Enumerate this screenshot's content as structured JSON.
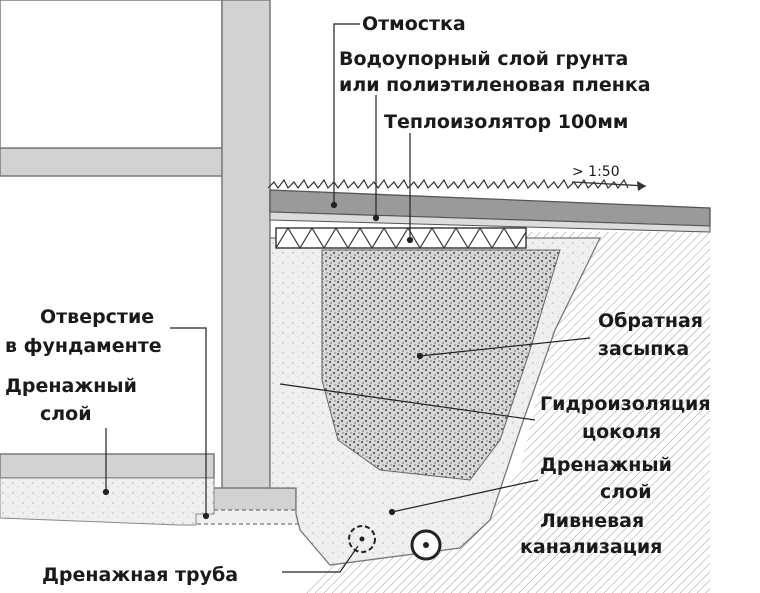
{
  "labels": {
    "otmostka": "Отмостка",
    "waterproof_layer": [
      "Водоупорный слой грунта",
      "или полиэтиленовая пленка"
    ],
    "insulator": "Теплоизолятор 100мм",
    "slope": "> 1:50",
    "hole": [
      "Отверстие",
      "в фундаменте"
    ],
    "drain_layer_left": [
      "Дренажный",
      "слой"
    ],
    "backfill": [
      "Обратная",
      "засыпка"
    ],
    "plinth_waterproofing": [
      "Гидроизоляция",
      "цоколя"
    ],
    "drain_layer_right": [
      "Дренажный",
      "слой"
    ],
    "storm_sewer": [
      "Ливневая",
      "канализация"
    ],
    "drain_pipe": "Дренажная труба"
  },
  "colors": {
    "wall": "#d2d2d2",
    "wall_stroke": "#7a7a7a",
    "gravel": "#c4c4c4",
    "sand": "#ececec",
    "soil_hatch": "#8a8a8a",
    "text": "#1a1a1a"
  }
}
